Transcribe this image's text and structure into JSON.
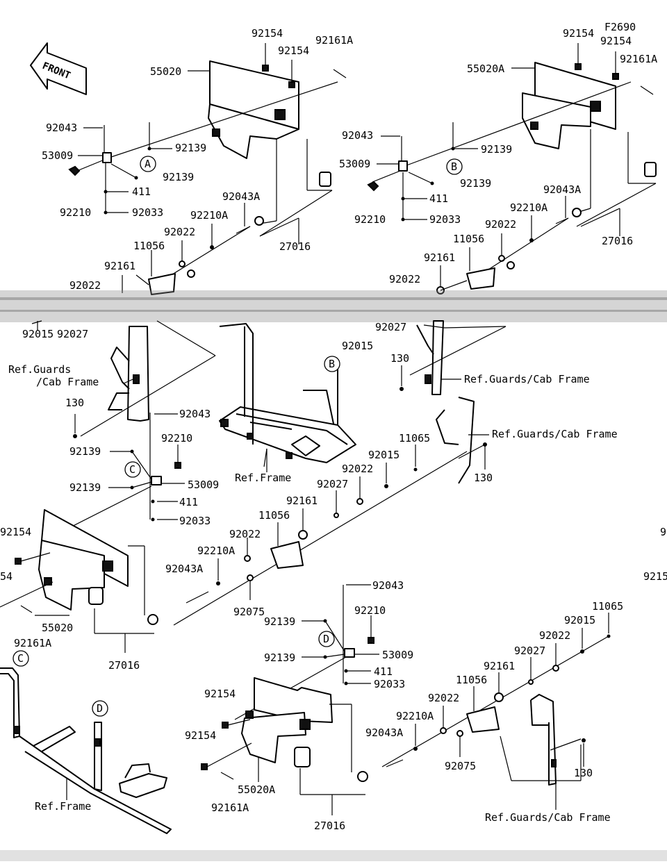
{
  "diagram_code": "F2690",
  "front_label": "FRONT",
  "labels": {
    "p92154": "92154",
    "p92161A": "92161A",
    "p55020": "55020",
    "p55020A": "55020A",
    "p92043": "92043",
    "p92139": "92139",
    "p53009": "53009",
    "p92210": "92210",
    "p411": "411",
    "p92033": "92033",
    "p92043A": "92043A",
    "p92210A": "92210A",
    "p92022": "92022",
    "p11056": "11056",
    "p92161": "92161",
    "p27016": "27016",
    "p92015": "92015",
    "p92027": "92027",
    "p130": "130",
    "p11065": "11065",
    "p92075": "92075",
    "p54": "54",
    "p9215": "9215",
    "p9": "9",
    "ref_guards_cab_frame": "Ref.Guards/Cab Frame",
    "ref_guards_line1": "Ref.Guards",
    "ref_guards_line2": "/Cab Frame",
    "ref_frame": "Ref.Frame"
  },
  "markers": {
    "A": "A",
    "B": "B",
    "C": "C",
    "D": "D"
  }
}
